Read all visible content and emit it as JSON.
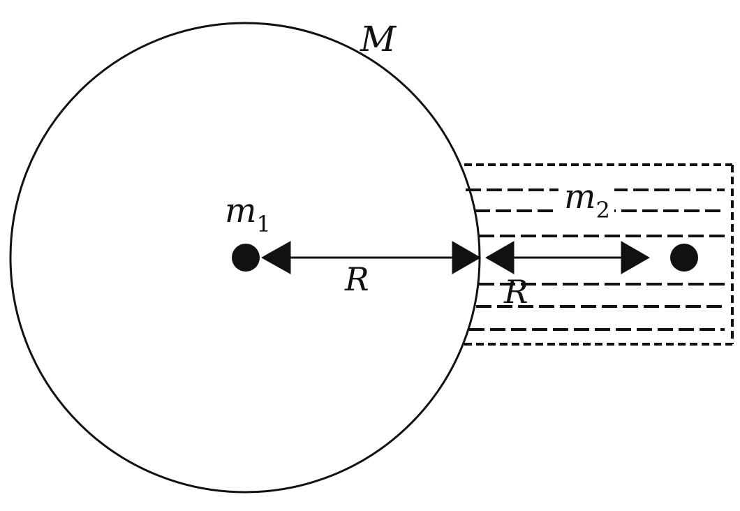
{
  "diagram": {
    "mass_label": "M",
    "m1": {
      "symbol": "m",
      "subscript": "1"
    },
    "m2": {
      "symbol": "m",
      "subscript": "2"
    },
    "inner_distance_label": "R",
    "outer_distance_label": "R"
  },
  "colors": {
    "stroke": "#111111",
    "background": "#ffffff"
  }
}
